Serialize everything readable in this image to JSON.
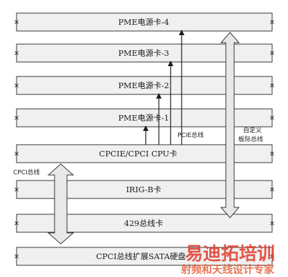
{
  "slots": [
    {
      "id": "pme4",
      "label": "PME电源卡-4"
    },
    {
      "id": "pme3",
      "label": "PME电源卡-3"
    },
    {
      "id": "pme2",
      "label": "PME电源卡-2"
    },
    {
      "id": "pme1",
      "label": "PME电源卡-1"
    },
    {
      "id": "cpu",
      "label": "CPCIE/CPCI CPU卡"
    },
    {
      "id": "irig",
      "label": "IRIG-B卡"
    },
    {
      "id": "bus429",
      "label": "429总线卡"
    },
    {
      "id": "sata",
      "label": "CPCI总线扩展SATA硬盘"
    }
  ],
  "labels": {
    "pcie_bus": "PCIE总线",
    "custom_bus_line1": "自定义",
    "custom_bus_line2": "板际总线",
    "cpci_bus": "CPCI总线"
  },
  "watermark": {
    "line1": "易迪拓培训",
    "line2": "射频和天线设计专家"
  },
  "colors": {
    "slot_fill": "#f0f0f0",
    "line": "#333333",
    "watermark": "#e23a2c"
  }
}
